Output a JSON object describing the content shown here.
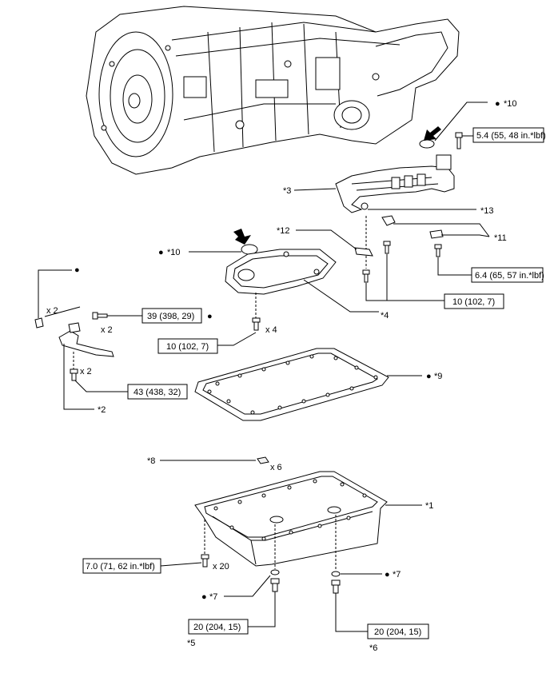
{
  "callouts": {
    "c1": "*1",
    "c2": "*2",
    "c3": "*3",
    "c4": "*4",
    "c5": "*5",
    "c6": "*6",
    "c7": "*7",
    "c8": "*8",
    "c9": "*9",
    "c10": "*10",
    "c11": "*11",
    "c12": "*12",
    "c13": "*13"
  },
  "bullet": "●",
  "torque": {
    "t_5_4": "5.4 (55, 48 in.*lbf)",
    "t_6_4": "6.4 (65, 57 in.*lbf)",
    "t_10_a": "10 (102, 7)",
    "t_10_b": "10 (102, 7)",
    "t_39": "39 (398, 29)",
    "t_43": "43 (438, 32)",
    "t_7_0": "7.0 (71, 62 in.*lbf)",
    "t_20_a": "20 (204, 15)",
    "t_20_b": "20 (204, 15)"
  },
  "qty": {
    "x2": "x 2",
    "x4": "x 4",
    "x6": "x 6",
    "x20": "x 20"
  }
}
